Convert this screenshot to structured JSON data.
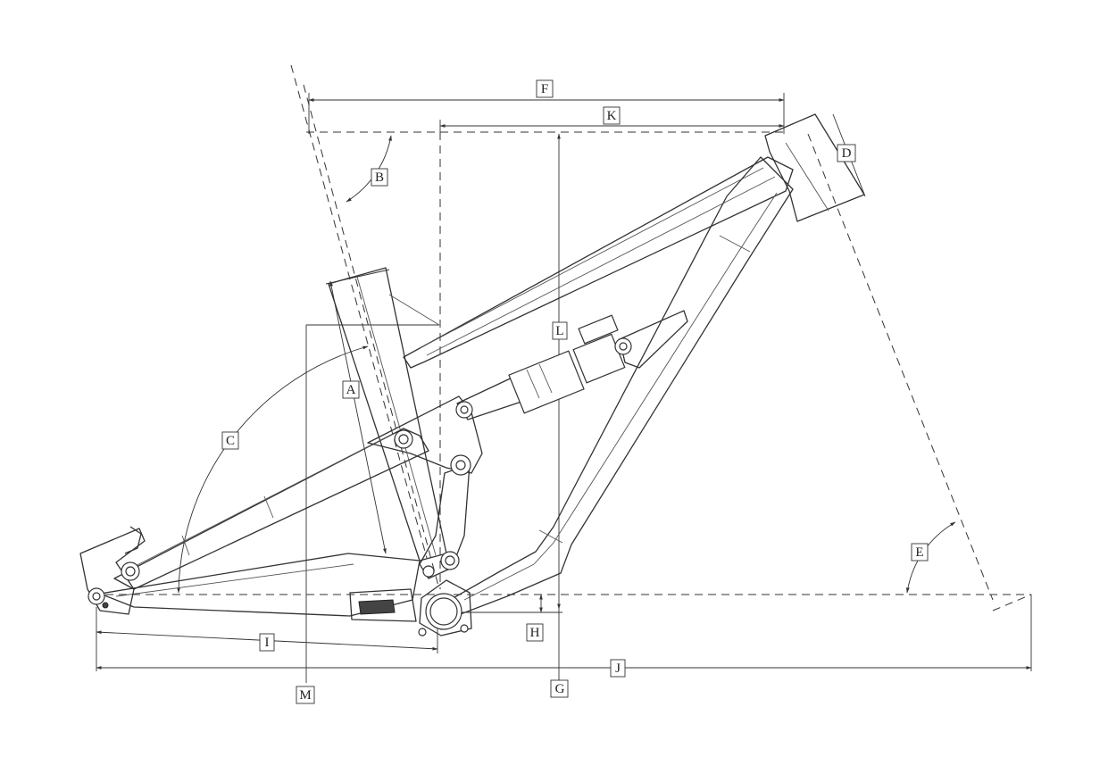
{
  "labels": {
    "A": "A",
    "B": "B",
    "C": "C",
    "D": "D",
    "E": "E",
    "F": "F",
    "G": "G",
    "H": "H",
    "I": "I",
    "J": "J",
    "K": "K",
    "L": "L",
    "M": "M"
  },
  "colors": {
    "line": "#333333",
    "background": "#ffffff"
  }
}
